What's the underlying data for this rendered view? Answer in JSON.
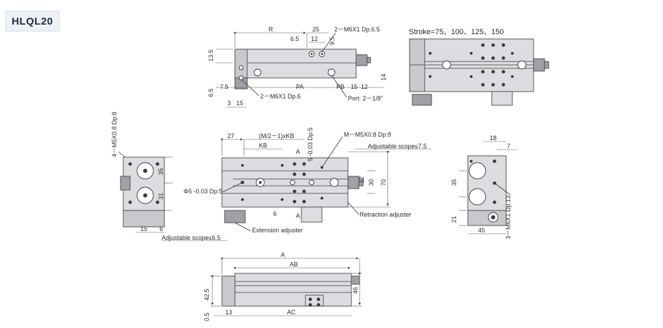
{
  "model": "HLQL20",
  "stroke_note": "Stroke=75、100、125、150",
  "top_view": {
    "dims": {
      "R": "R",
      "d25": "25",
      "d6_5": "6.5",
      "d12": "12",
      "d9_5": "9.5",
      "d13_5": "13.5",
      "d6_5b": "6.5",
      "d7_5": "7.5",
      "d3": "3",
      "d15": "15",
      "PA": "PA",
      "PB": "PB",
      "d15b": "15",
      "d12b": "12",
      "d14": "14"
    },
    "callouts": {
      "top_thread": "2－M6X1 Dp.6.5",
      "bottom_thread": "2－M6X1 Dp.6",
      "port": "Port: 2－1/8\""
    }
  },
  "side_left": {
    "thread": "4－M5X0.8 Dp:8",
    "d35": "35",
    "d31": "31",
    "d15": "15",
    "d6": "6",
    "adj": "Adjustable scope≤6.5"
  },
  "center_view": {
    "d27": "27",
    "mkb": "(M/2－1)xKB",
    "kb": "KB",
    "tol5": "5 -0.03 Dp:5",
    "mthread": "M－M5X0.8 Dp:8",
    "adj": "Adjustable scope≤7.5",
    "d30": "30",
    "d70": "70",
    "phi5": "Φ5 -0.03 Dp:5",
    "d6": "6",
    "d12": "12",
    "sectionA": "A",
    "retraction": "Retraction adjuster",
    "extension": "Extension adjuster"
  },
  "side_right": {
    "d18": "18",
    "d7": "7",
    "d35": "35",
    "d21": "21",
    "d45": "45",
    "thread": "3－M6X1 Dp.13"
  },
  "bottom_view": {
    "A": "A",
    "AB": "AB",
    "AC": "AC",
    "d13": "13",
    "d42_5": "42.5",
    "d0_5": "0.5",
    "d46": "46"
  }
}
